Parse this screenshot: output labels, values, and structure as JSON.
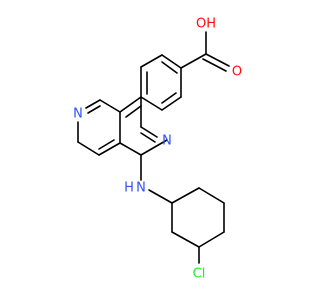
{
  "molecule": {
    "atoms": {
      "oh": {
        "text": "OH",
        "color": "#ff0d0d"
      },
      "o_carbonyl": {
        "text": "O",
        "color": "#ff0d0d"
      },
      "n_pyridine": {
        "text": "N",
        "color": "#3050f8"
      },
      "n_ring": {
        "text": "N",
        "color": "#3050f8"
      },
      "nh": {
        "text": "H",
        "color": "#3050f8"
      },
      "nh_n": {
        "text": "N",
        "color": "#3050f8"
      },
      "cl": {
        "text": "Cl",
        "color": "#1ff01f"
      }
    }
  }
}
